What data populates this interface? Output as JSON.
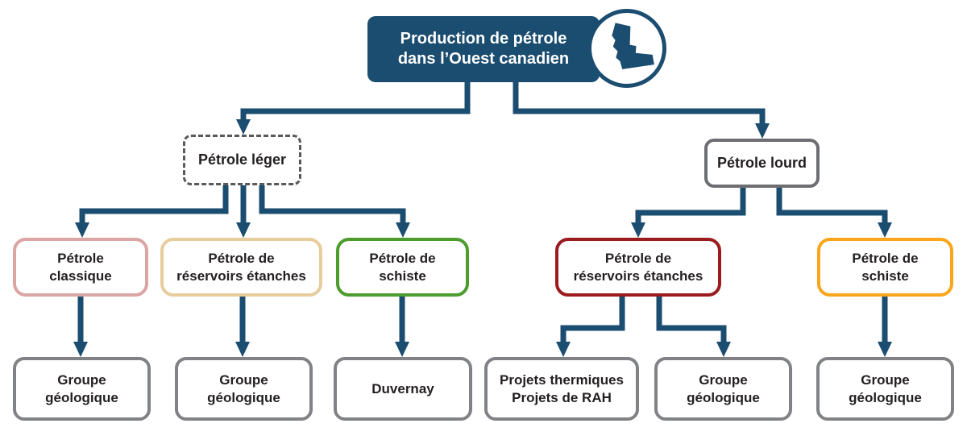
{
  "title": "Production de pétrole dans l’Ouest canadien",
  "colors": {
    "navy": "#1B4D70",
    "dash-gray": "#58595B",
    "gray": "#6D6E71",
    "gray2": "#808285",
    "pink": "#DBA5A4",
    "tan": "#E7CD9C",
    "green": "#4C9C2E",
    "red": "#9B1B1E",
    "orange": "#F9A61A",
    "text": "#231F20"
  },
  "icon": {
    "name": "western-canada-map-icon"
  },
  "nodes": {
    "root": {
      "lines": [
        "Production de pétrole",
        "dans l’Ouest canadien"
      ]
    },
    "leger": {
      "lines": [
        "Pétrole léger"
      ]
    },
    "lourd": {
      "lines": [
        "Pétrole lourd"
      ]
    },
    "classique": {
      "lines": [
        "Pétrole",
        "classique"
      ]
    },
    "etanches_leger": {
      "lines": [
        "Pétrole de",
        "réservoirs étanches"
      ]
    },
    "schiste_leger": {
      "lines": [
        "Pétrole de",
        "schiste"
      ]
    },
    "etanches_lourd": {
      "lines": [
        "Pétrole de",
        "réservoirs étanches"
      ]
    },
    "schiste_lourd": {
      "lines": [
        "Pétrole de",
        "schiste"
      ]
    },
    "groupe_classique": {
      "lines": [
        "Groupe",
        "géologique"
      ]
    },
    "groupe_etanches_leger": {
      "lines": [
        "Groupe",
        "géologique"
      ]
    },
    "duvernay": {
      "lines": [
        "Duvernay"
      ]
    },
    "projets": {
      "lines": [
        "Projets thermiques",
        "Projets de RAH"
      ]
    },
    "groupe_etanches_lourd": {
      "lines": [
        "Groupe",
        "géologique"
      ]
    },
    "groupe_schiste_lourd": {
      "lines": [
        "Groupe",
        "géologique"
      ]
    }
  }
}
